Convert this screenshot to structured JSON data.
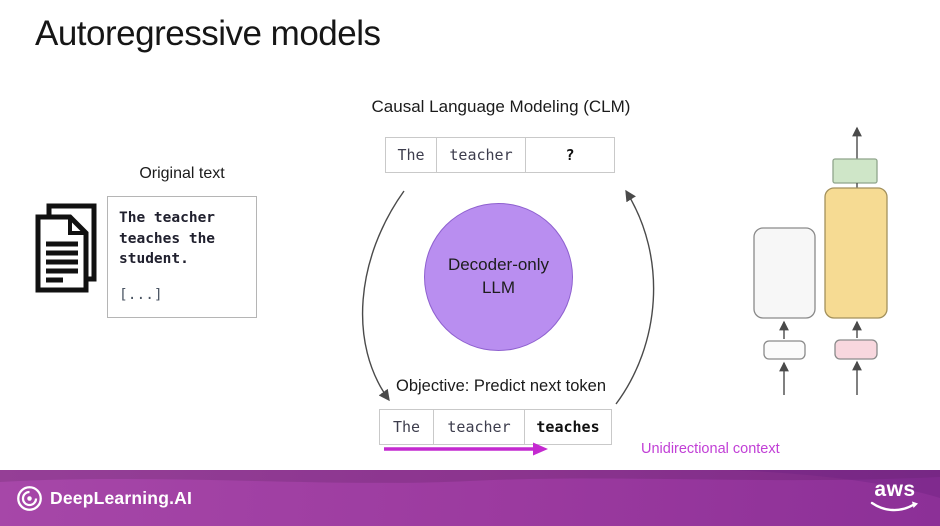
{
  "title": "Autoregressive models",
  "clm": {
    "heading": "Causal Language Modeling (CLM)",
    "objective": "Objective: Predict next token",
    "circle": {
      "line1": "Decoder-only",
      "line2": "LLM"
    },
    "top_tokens": [
      "The",
      "teacher",
      "?"
    ],
    "bottom_tokens": [
      "The",
      "teacher",
      "teaches"
    ],
    "unidirectional_label": "Unidirectional context"
  },
  "original": {
    "label": "Original text",
    "line1": "The teacher",
    "line2": "teaches the",
    "line3": "student.",
    "ellipsis": "[...]"
  },
  "footer": {
    "brand": "DeepLearning.AI",
    "aws_label": "aws"
  },
  "icons": {
    "documents": "documents-icon",
    "deeplearning_rings": "deeplearning-logo-icon",
    "aws_smile": "aws-smile-icon"
  },
  "colors": {
    "circle_fill": "#b98ef0",
    "circle_border": "#8e60cf",
    "magenta_accent": "#c42ad0",
    "footer_purple": "#9b3a9f",
    "green_box": "#cfe6c8",
    "yellow_box": "#f6db93",
    "pink_box": "#f8d7de",
    "gray_box": "#f7f7f7"
  }
}
